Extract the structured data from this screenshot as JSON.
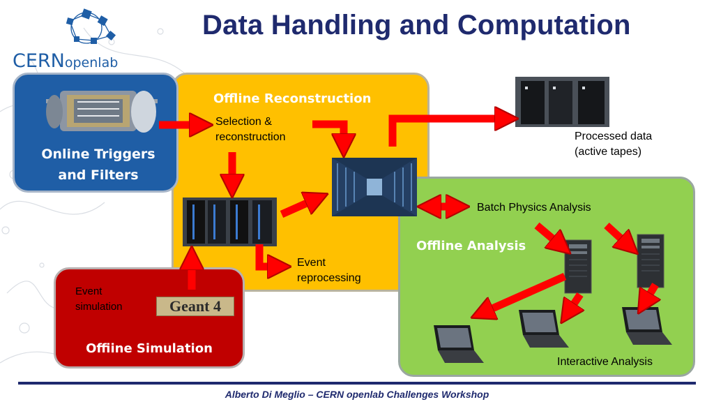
{
  "title": "Data Handling and Computation",
  "logo": {
    "brand": "CERN",
    "sub": "openlab"
  },
  "online": {
    "line1": "Online Triggers",
    "line2": "and Filters"
  },
  "recon": {
    "title": "Offline Reconstruction",
    "selection_line1": "Selection &",
    "selection_line2": "reconstruction",
    "event_line1": "Event",
    "event_line2": "reprocessing"
  },
  "processed": {
    "line1": "Processed data",
    "line2": "(active tapes)"
  },
  "analysis": {
    "title": "Offline Analysis",
    "batch": "Batch Physics Analysis",
    "interactive": "Interactive Analysis"
  },
  "simulation": {
    "event_line1": "Event",
    "event_line2": "simulation",
    "geant": "Geant 4",
    "title": "Offiine Simulation"
  },
  "footer": "Alberto Di Meglio – CERN openlab Challenges Workshop",
  "colors": {
    "title": "#1f2a6e",
    "online_box": "#1f5ea6",
    "recon_box": "#ffc000",
    "analysis_box": "#92d050",
    "simulation_box": "#c00000",
    "arrow": "#ff0000"
  }
}
